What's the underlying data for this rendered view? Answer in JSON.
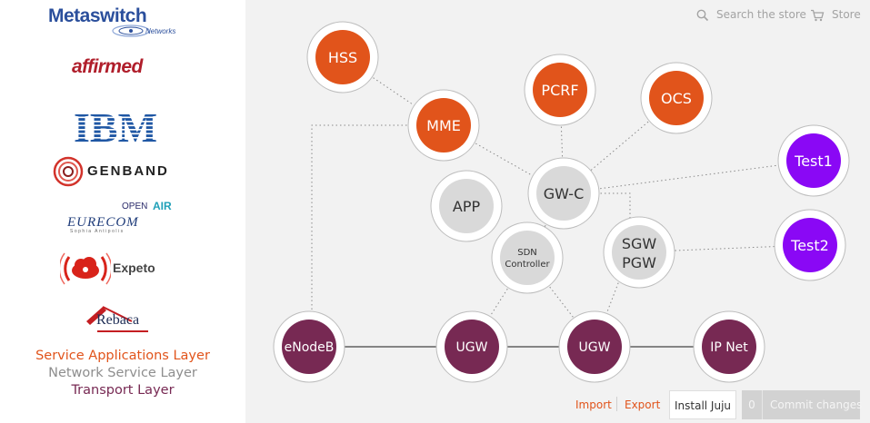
{
  "sidebar": {
    "logos": {
      "metaswitch": {
        "name": "Metaswitch",
        "sub": "Networks"
      },
      "affirmed": {
        "name": "affirmed"
      },
      "ibm": {
        "name": "IBM"
      },
      "genband": {
        "name": "GENBAND"
      },
      "eurecom": {
        "name": "EURECOM",
        "open": "OPEN",
        "air": "AIR",
        "tagline": "Sophia Antipolis"
      },
      "expeto": {
        "name": "Expeto"
      },
      "rebaca": {
        "name": "Rebaca"
      }
    },
    "legend": {
      "service": "Service Applications Layer",
      "network": "Network Service Layer",
      "transport": "Transport Layer"
    }
  },
  "topbar": {
    "search_placeholder": "Search the store",
    "store_label": "Store"
  },
  "toolbar": {
    "import_label": "Import",
    "export_label": "Export",
    "install_label": "Install Juju",
    "commit_count": "0",
    "commit_label": "Commit changes"
  },
  "colors": {
    "service": "#e1541b",
    "network": "#d9d9d9",
    "transport": "#772953",
    "test": "#8a08f5",
    "canvas": "#f2f2f2"
  },
  "diagram": {
    "nodes": {
      "hss": {
        "label": "HSS"
      },
      "mme": {
        "label": "MME"
      },
      "pcrf": {
        "label": "PCRF"
      },
      "ocs": {
        "label": "OCS"
      },
      "test1": {
        "label": "Test1"
      },
      "test2": {
        "label": "Test2"
      },
      "app": {
        "label": "APP"
      },
      "gwc": {
        "label": "GW-C"
      },
      "sdn_line1": {
        "label": "SDN"
      },
      "sdn_line2": {
        "label": "Controller"
      },
      "sgw": {
        "label": "SGW"
      },
      "pgw": {
        "label": "PGW"
      },
      "enodeb": {
        "label": "eNodeB"
      },
      "ugw1": {
        "label": "UGW"
      },
      "ugw2": {
        "label": "UGW"
      },
      "ipnet": {
        "label": "IP Net"
      }
    }
  }
}
